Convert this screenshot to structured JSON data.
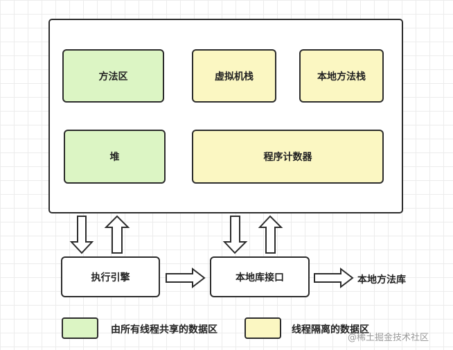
{
  "jvm": {
    "method_area": "方法区",
    "vm_stack": "虚拟机栈",
    "native_method_stack": "本地方法栈",
    "heap": "堆",
    "program_counter": "程序计数器"
  },
  "execution_engine": "执行引擎",
  "native_interface": "本地库接口",
  "native_library": "本地方法库",
  "legend": {
    "shared_label": "由所有线程共享的数据区",
    "isolated_label": "线程隔离的数据区",
    "shared_color": "#dcf5c4",
    "isolated_color": "#fbf7c2"
  },
  "watermark": "@稀土掘金技术社区"
}
